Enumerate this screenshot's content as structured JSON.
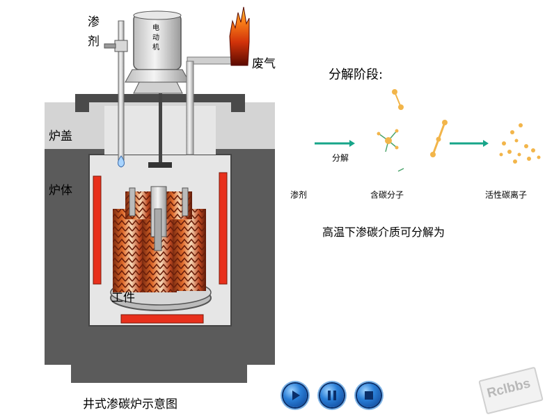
{
  "furnace": {
    "penetrant_label": "渗\n剂",
    "motor_label": "电\n动\n机",
    "exhaust_label": "废气",
    "lid_label": "炉盖",
    "body_label": "炉体",
    "workpiece_label": "工件",
    "caption": "井式渗碳炉示意图"
  },
  "decomposition": {
    "title": "分解阶段:",
    "arrow_label": "分解",
    "stage_labels": [
      "渗剂",
      "含碳分子",
      "活性碳离子"
    ],
    "description": "高温下渗碳介质可分解为"
  },
  "controls": {
    "play_icon": "play-icon",
    "pause_icon": "pause-icon",
    "stop_icon": "stop-icon"
  },
  "watermark": "Rclbbs",
  "colors": {
    "furnace_dark": "#5b5b5b",
    "furnace_light": "#d8d8d8",
    "heater": "#e8301c",
    "arrow": "#17a589",
    "particle": "#f2b54a",
    "control": "#2a7fd8"
  }
}
